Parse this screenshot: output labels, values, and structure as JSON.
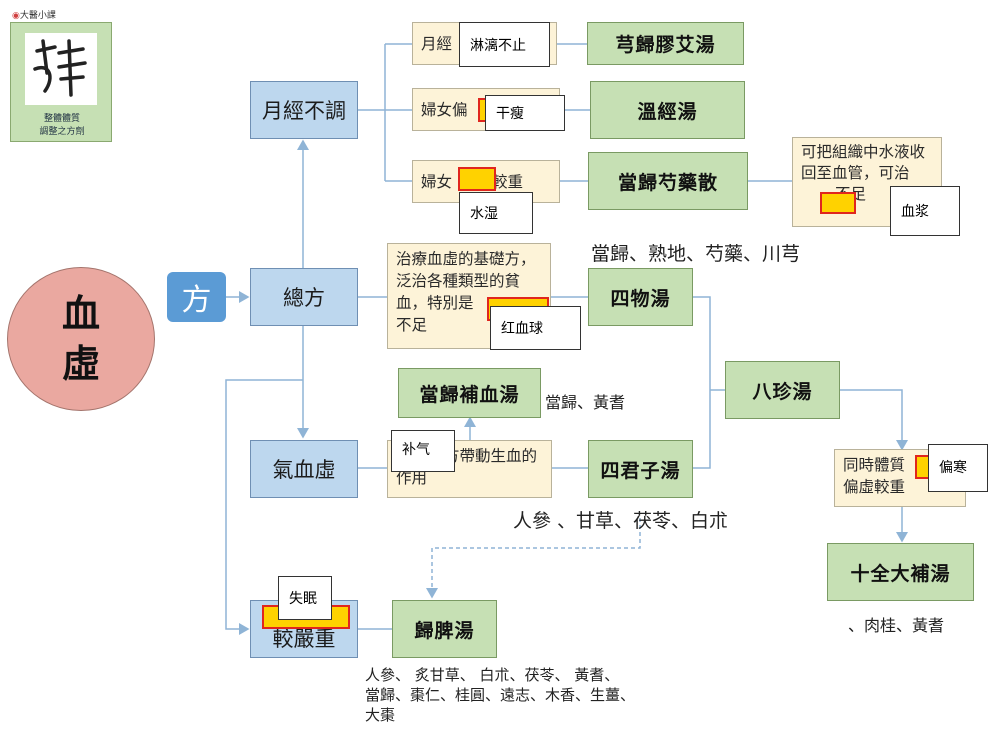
{
  "logo": {
    "top_text": "大醫小課",
    "caption_line1": "整體體質",
    "caption_line2": "調整之方劑"
  },
  "main_topic": {
    "line1": "血",
    "line2": "虛"
  },
  "fang_label": "方",
  "categories": {
    "menstrual": "月經不調",
    "general": "總方",
    "qi_blood": "氣血虛",
    "severe": "較嚴重"
  },
  "notes": {
    "n1": "月經",
    "n2": "婦女偏",
    "n3_a": "婦女",
    "n3_b": "較重",
    "n4": "治療血虛的基礎方，泛治各種類型的貧血，特別是",
    "n4_end": "不足",
    "n5": "方帶動生血的作用",
    "n6": "可把組織中水液收回至血管，可治",
    "n6_end": "不足",
    "n7_a": "同時體質",
    "n7_b": "偏虛較重"
  },
  "formulas": {
    "f1": "芎歸膠艾湯",
    "f2": "溫經湯",
    "f3": "當歸芍藥散",
    "f4": "四物湯",
    "f5": "當歸補血湯",
    "f6": "四君子湯",
    "f7": "八珍湯",
    "f8": "十全大補湯",
    "f9": "歸脾湯"
  },
  "ingredients": {
    "siwu": "當歸、熟地、芍藥、川芎",
    "buxue": "當歸、黃耆",
    "sijunzi": "人參 、甘草、茯苓、白朮",
    "shiquan": "、肉桂、黃耆",
    "guipi_1": "人參、 炙甘草、 白朮、茯苓、 黃耆、",
    "guipi_2": "當歸、棗仁、桂圓、遠志、木香、生薑、",
    "guipi_3": "大棗"
  },
  "answers": {
    "a1": "淋漓不止",
    "a2": "干瘦",
    "a3": "水湿",
    "a4": "红血球",
    "a5": "补气",
    "a6": "血浆",
    "a7": "偏寒",
    "a8": "失眠"
  },
  "colors": {
    "blue_box": "#bdd7ee",
    "green_box": "#c6e0b4",
    "note_box": "#fdf3d8",
    "circle": "#eaa8a0",
    "highlight_fill": "#ffd200",
    "highlight_border": "#e0261e",
    "connector": "#8fb4d6"
  }
}
